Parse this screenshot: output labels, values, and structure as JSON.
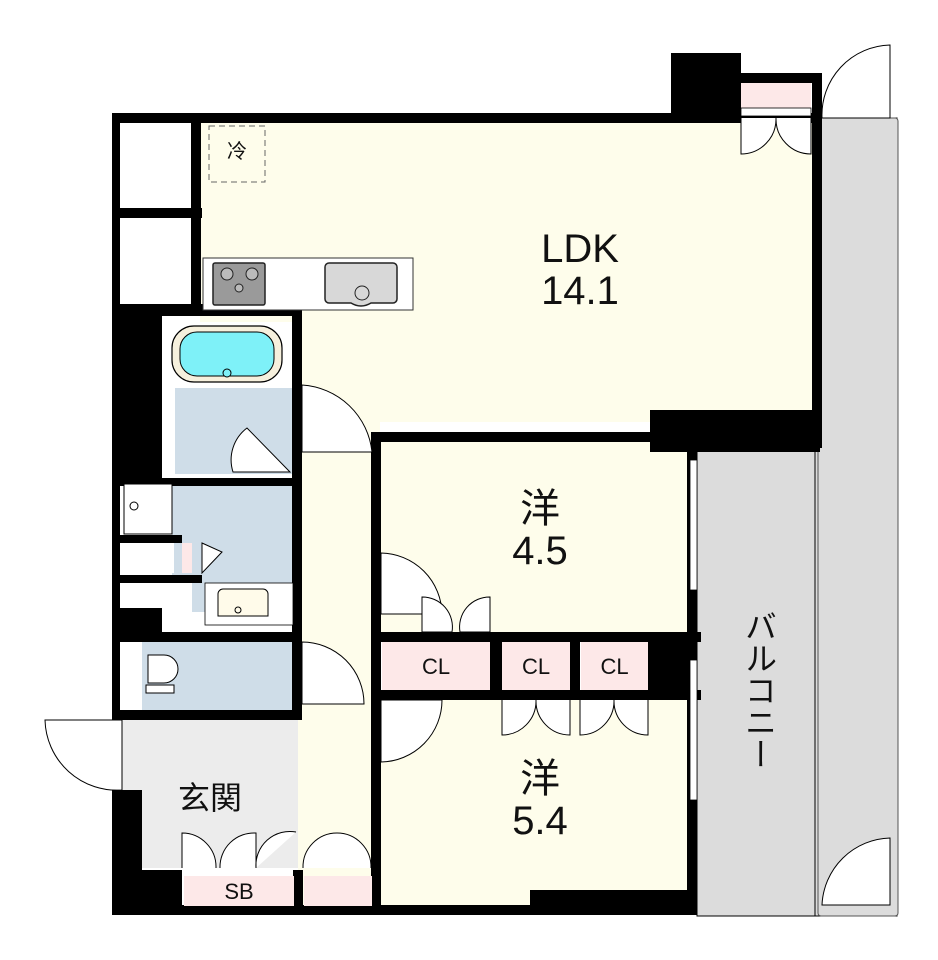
{
  "floorplan": {
    "colors": {
      "floor": "#fefdeb",
      "wet_area": "#cfdde8",
      "entrance": "#ececec",
      "balcony": "#dcdcdc",
      "storage": "#fde8e8",
      "bath_water": "#7ef1f8",
      "wall": "#000000"
    },
    "rooms": {
      "ldk": {
        "name": "LDK",
        "size": "14.1"
      },
      "western1": {
        "name": "洋",
        "size": "4.5"
      },
      "western2": {
        "name": "洋",
        "size": "5.4"
      },
      "entrance": {
        "name": "玄関"
      },
      "balcony": {
        "name": "バルコニー"
      }
    },
    "fixtures": {
      "fridge": "冷",
      "shoe_box": "SB",
      "closets": [
        "CL",
        "CL",
        "CL"
      ]
    }
  }
}
